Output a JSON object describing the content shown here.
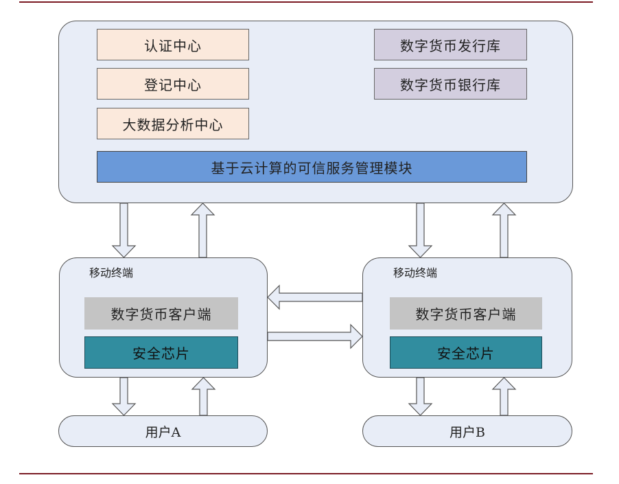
{
  "diagram": {
    "cloud": {
      "left_modules": [
        "认证中心",
        "登记中心",
        "大数据分析中心"
      ],
      "right_modules": [
        "数字货币发行库",
        "数字货币银行库"
      ],
      "trust_module": "基于云计算的可信服务管理模块"
    },
    "terminal_a": {
      "title": "移动终端",
      "client": "数字货币客户端",
      "chip": "安全芯片"
    },
    "terminal_b": {
      "title": "移动终端",
      "client": "数字货币客户端",
      "chip": "安全芯片"
    },
    "user_a": "用户A",
    "user_b": "用户B"
  },
  "colors": {
    "container_fill": "#e8edf7",
    "center_fill": "#fbe9dc",
    "vault_fill": "#d3cedf",
    "trust_module_fill": "#6a99d9",
    "client_fill": "#c4c4c4",
    "chip_fill": "#318d9f",
    "rule_color": "#7a1a22"
  }
}
